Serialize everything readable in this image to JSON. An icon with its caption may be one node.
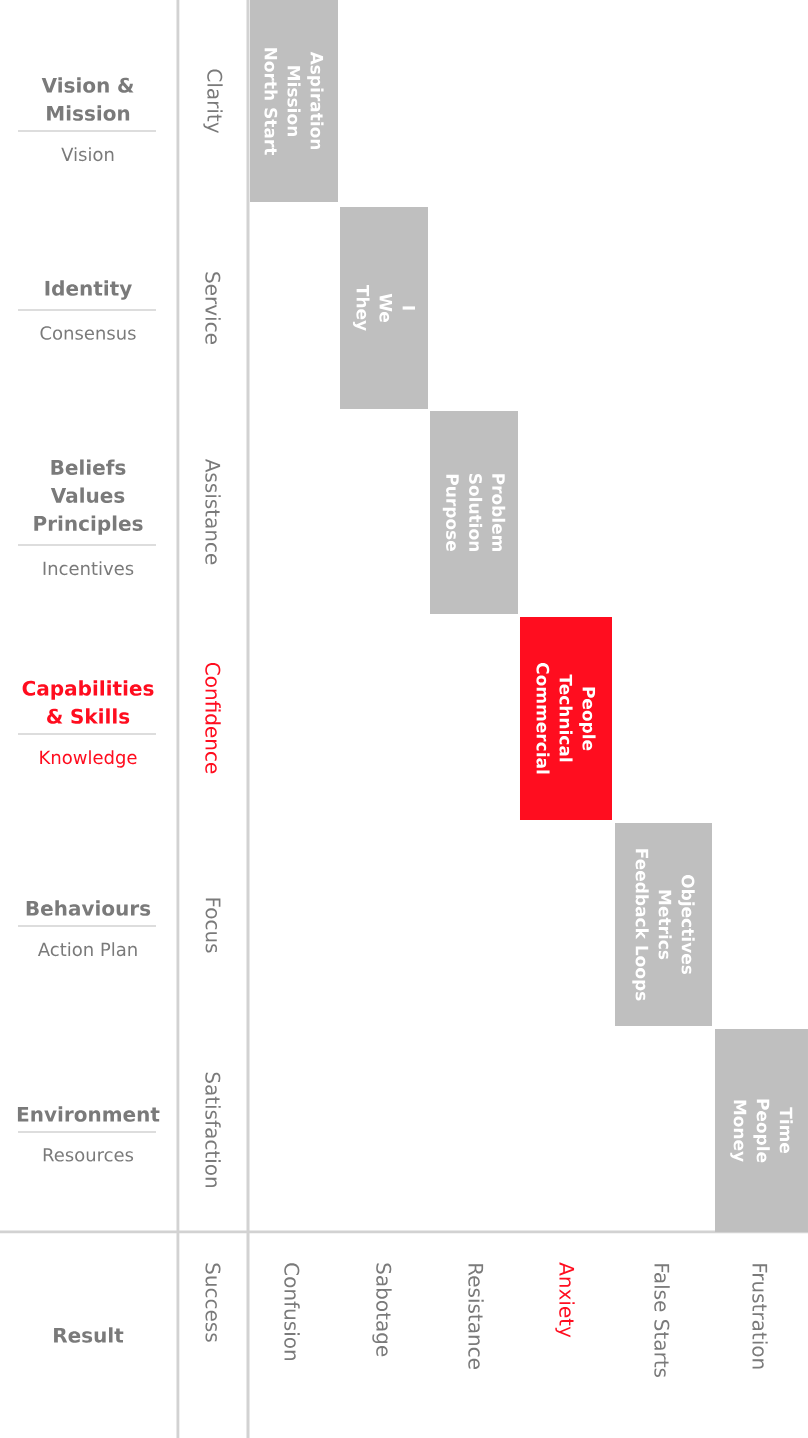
{
  "diagram": {
    "nodes": [
      {
        "text": [
          "Aspiration",
          "Mission",
          "North Start"
        ]
      },
      {
        "text": [
          "I",
          "We",
          "They"
        ]
      },
      {
        "text": [
          "Problem",
          "Solution",
          "Purpose"
        ]
      },
      {
        "text": [
          "People",
          "Technical",
          "Commercial"
        ]
      },
      {
        "text": [
          "Objectives",
          "Metrics",
          "Feedback Loops"
        ]
      },
      {
        "text": [
          "Time",
          "People",
          "Money"
        ]
      }
    ],
    "labels": [
      "Vision & Mission",
      "Vision",
      "Clarity",
      "Identity",
      "Consensus",
      "Service",
      "Beliefs Values Principles",
      "Incentives",
      "Assistance",
      "Capabilities & Skills",
      "Knowledge",
      "Confidence",
      "Behaviours",
      "Action Plan",
      "Focus",
      "Environment",
      "Resources",
      "Satisfaction",
      "Result",
      "Success",
      "Confusion",
      "Sabotage",
      "Resistance",
      "Anxiety",
      "False Starts",
      "Frustration"
    ]
  }
}
